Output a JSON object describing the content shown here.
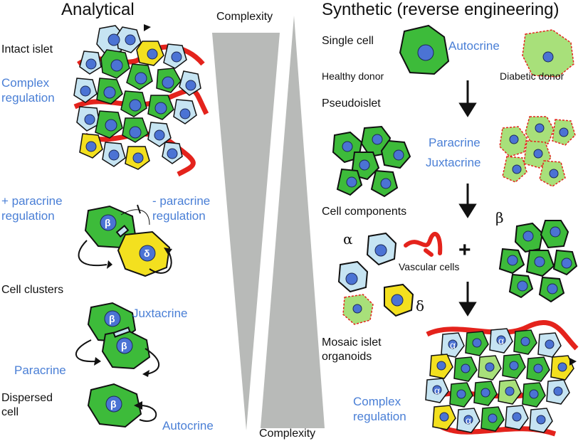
{
  "left": {
    "heading": "Analytical",
    "intact_islet": "Intact islet",
    "complex_regulation": "Complex\nregulation",
    "plus_paracrine": "+ paracrine\nregulation",
    "minus_paracrine": "- paracrine\nregulation",
    "cell_clusters": "Cell clusters",
    "juxtacrine": "Juxtacrine",
    "paracrine": "Paracrine",
    "dispersed_cell": "Dispersed\ncell",
    "autocrine": "Autocrine"
  },
  "center": {
    "complexity_top": "Complexity",
    "complexity_bottom": "Complexity"
  },
  "right": {
    "heading": "Synthetic (reverse engineering)",
    "single_cell": "Single cell",
    "autocrine": "Autocrine",
    "healthy_donor": "Healthy donor",
    "diabetic_donor": "Diabetic donor",
    "pseudoislet": "Pseudoislet",
    "paracrine": "Paracrine",
    "juxtacrine": "Juxtacrine",
    "cell_components": "Cell components",
    "alpha": "α",
    "beta": "β",
    "delta": "δ",
    "vascular_cells": "Vascular cells",
    "plus": "+",
    "mosaic": "Mosaic islet\norganoids",
    "complex_regulation": "Complex\nregulation"
  },
  "cell_labels": {
    "beta": "β",
    "delta": "δ",
    "alpha": "α"
  },
  "colors": {
    "beta_green": "#3dbb3a",
    "diabetic_green": "#a8e07a",
    "alpha_blue": "#c6e4f2",
    "delta_yellow": "#f3e01f",
    "nucleus": "#4b73d4",
    "vessel_red": "#e4231c",
    "wedge_gray": "#b8bab8",
    "label_blue": "#4a7fd6"
  }
}
